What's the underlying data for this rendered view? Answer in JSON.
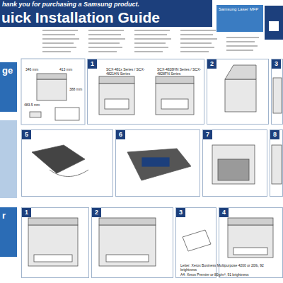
{
  "diagram": {
    "title": "uick Installation Guide",
    "nodes": [
      {
        "text": [
          "Samsung Laser MFP"
        ]
      },
      {
        "text": [
          "ge"
        ]
      },
      {
        "text": [
          "1"
        ]
      },
      {
        "text": [
          "2"
        ]
      },
      {
        "text": [
          "3"
        ]
      },
      {
        "text": [
          "5"
        ]
      },
      {
        "text": [
          "6"
        ]
      },
      {
        "text": [
          "7"
        ]
      },
      {
        "text": [
          "8"
        ]
      },
      {
        "text": [
          "r"
        ]
      },
      {
        "text": [
          "1"
        ]
      },
      {
        "text": [
          "2"
        ]
      },
      {
        "text": [
          "3"
        ]
      },
      {
        "text": [
          "4"
        ]
      }
    ],
    "labels": [
      "hank you for purchasing a Samsung product.",
      "SCX-481x Series / SCX-4821HN Series",
      "SCX-4828HN Series / SCX-4828FN Series",
      "346 mm",
      "413 mm",
      "388 mm",
      "483.5 mm",
      "Letter: Xerox Business Multipurpose 4200 or 20lb, 92 brightness",
      "A4: Xerox Premier or 80g/m², 91 brightness"
    ]
  }
}
